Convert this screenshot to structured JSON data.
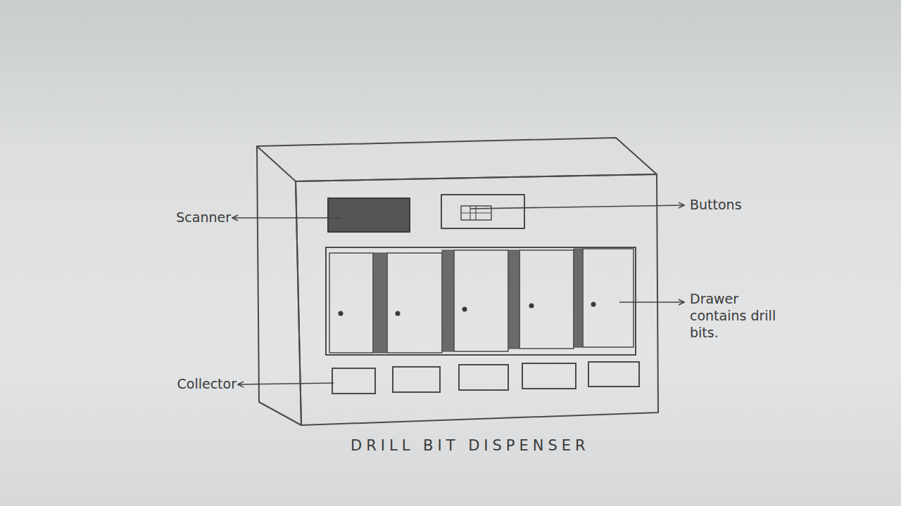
{
  "diagram": {
    "caption": "DRILL BIT DISPENSER",
    "labels": [
      "Scanner",
      "Buttons",
      "Drawer contains drill bits.",
      "Collector"
    ]
  }
}
